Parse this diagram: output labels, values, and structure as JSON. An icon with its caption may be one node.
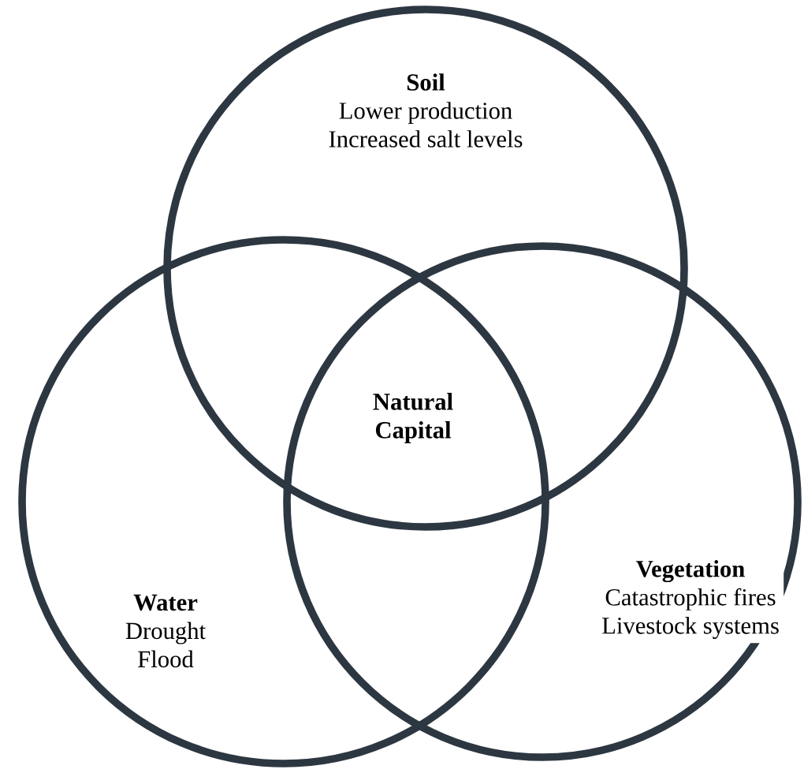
{
  "diagram": {
    "nodes": [
      {
        "text": [
          "Soil",
          "Lower production",
          "Increased salt levels"
        ]
      },
      {
        "text": [
          "Water",
          "Drought",
          "Flood"
        ]
      },
      {
        "text": [
          "Vegetation",
          "Catastrophic fires",
          "Livestock systems"
        ]
      },
      {
        "text": [
          "Natural Capital"
        ]
      }
    ]
  }
}
